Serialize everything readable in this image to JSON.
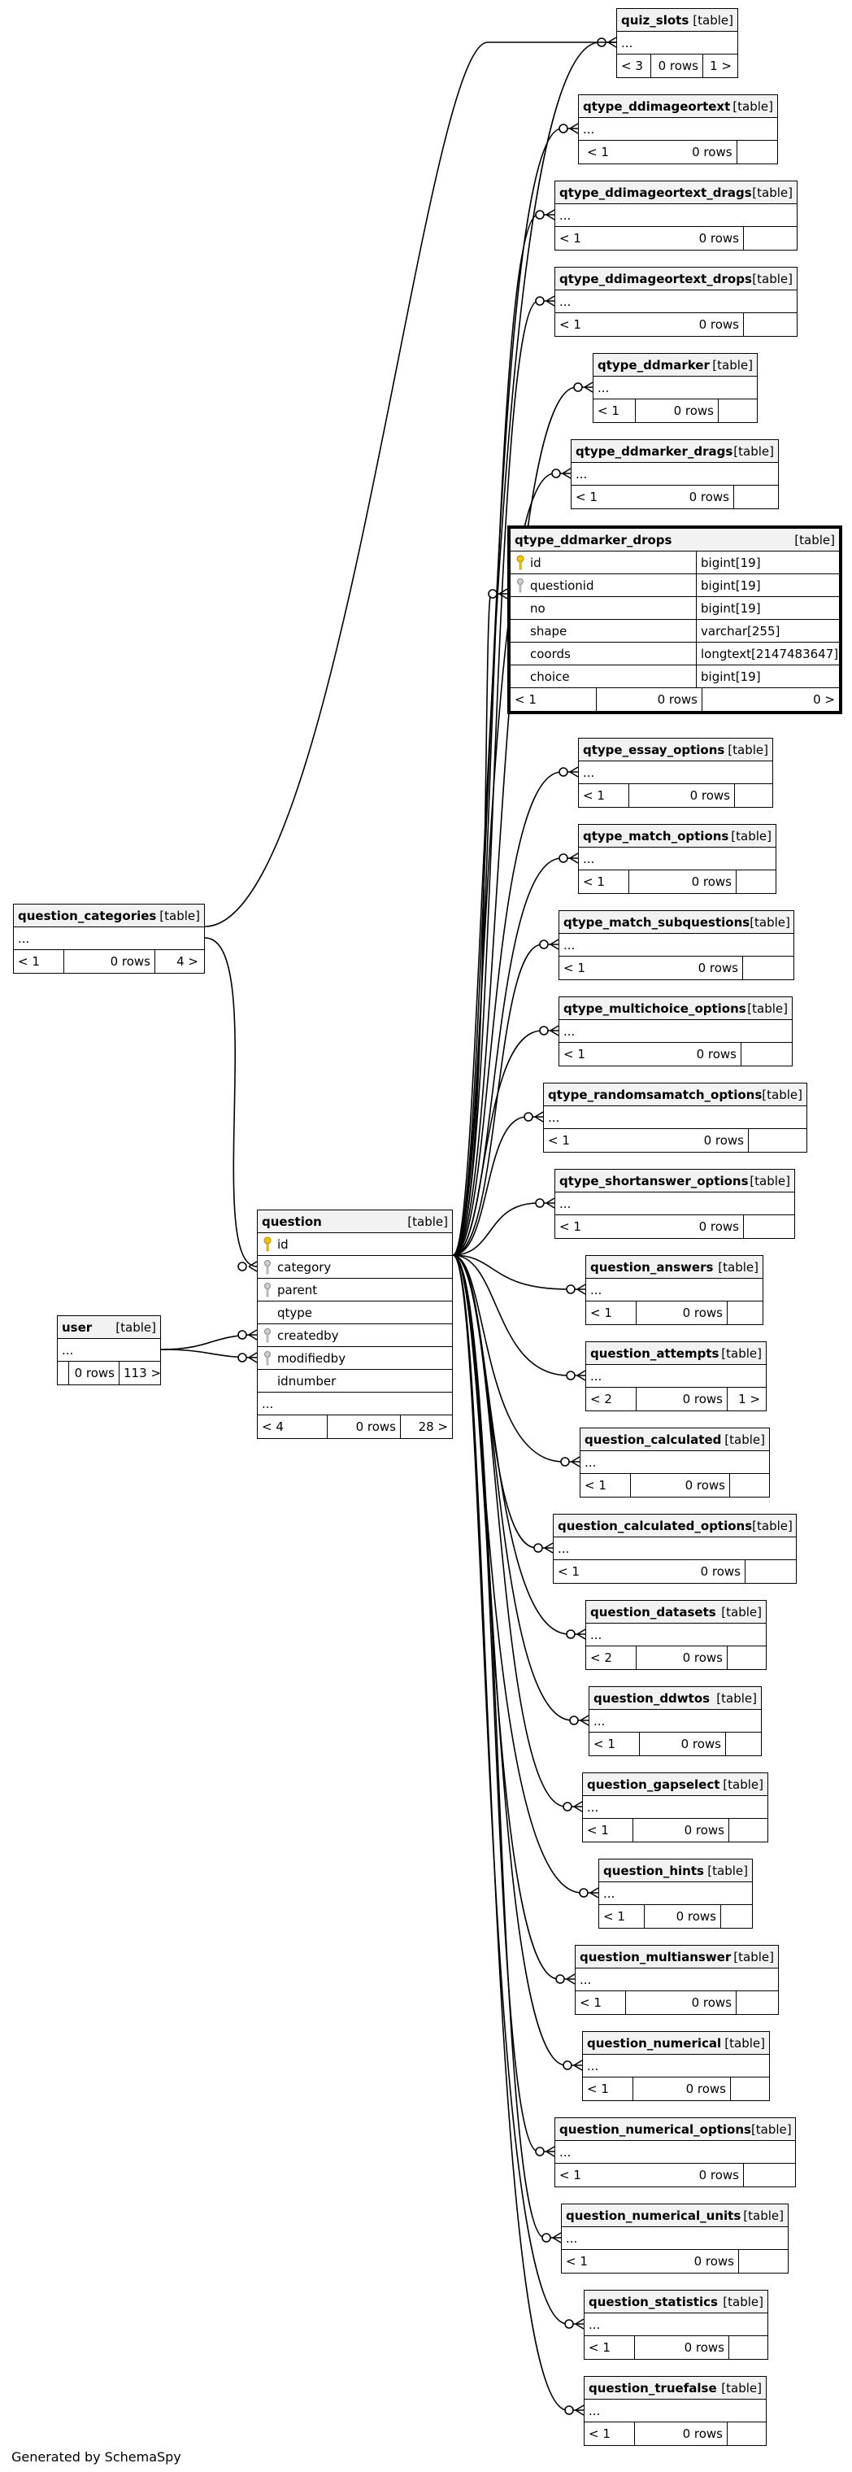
{
  "caption": "Generated by SchemaSpy",
  "type_label": "[table]",
  "ellipsis": "...",
  "tables": [
    {
      "name": "quiz_slots",
      "footer": [
        "< 3",
        "0 rows",
        "1 >"
      ]
    },
    {
      "name": "qtype_ddimageortext",
      "footer": [
        "< 1",
        "0 rows",
        ""
      ]
    },
    {
      "name": "qtype_ddimageortext_drags",
      "footer": [
        "< 1",
        "0 rows",
        ""
      ]
    },
    {
      "name": "qtype_ddimageortext_drops",
      "footer": [
        "< 1",
        "0 rows",
        ""
      ]
    },
    {
      "name": "qtype_ddmarker",
      "footer": [
        "< 1",
        "0 rows",
        ""
      ]
    },
    {
      "name": "qtype_ddmarker_drags",
      "footer": [
        "< 1",
        "0 rows",
        ""
      ]
    },
    {
      "name": "qtype_essay_options",
      "footer": [
        "< 1",
        "0 rows",
        ""
      ]
    },
    {
      "name": "qtype_match_options",
      "footer": [
        "< 1",
        "0 rows",
        ""
      ]
    },
    {
      "name": "qtype_match_subquestions",
      "footer": [
        "< 1",
        "0 rows",
        ""
      ]
    },
    {
      "name": "qtype_multichoice_options",
      "footer": [
        "< 1",
        "0 rows",
        ""
      ]
    },
    {
      "name": "qtype_randomsamatch_options",
      "footer": [
        "< 1",
        "0 rows",
        ""
      ]
    },
    {
      "name": "qtype_shortanswer_options",
      "footer": [
        "< 1",
        "0 rows",
        ""
      ]
    },
    {
      "name": "question_answers",
      "footer": [
        "< 1",
        "0 rows",
        ""
      ]
    },
    {
      "name": "question_attempts",
      "footer": [
        "< 2",
        "0 rows",
        "1 >"
      ]
    },
    {
      "name": "question_calculated",
      "footer": [
        "< 1",
        "0 rows",
        ""
      ]
    },
    {
      "name": "question_calculated_options",
      "footer": [
        "< 1",
        "0 rows",
        ""
      ]
    },
    {
      "name": "question_datasets",
      "footer": [
        "< 2",
        "0 rows",
        ""
      ]
    },
    {
      "name": "question_ddwtos",
      "footer": [
        "< 1",
        "0 rows",
        ""
      ]
    },
    {
      "name": "question_gapselect",
      "footer": [
        "< 1",
        "0 rows",
        ""
      ]
    },
    {
      "name": "question_hints",
      "footer": [
        "< 1",
        "0 rows",
        ""
      ]
    },
    {
      "name": "question_multianswer",
      "footer": [
        "< 1",
        "0 rows",
        ""
      ]
    },
    {
      "name": "question_numerical",
      "footer": [
        "< 1",
        "0 rows",
        ""
      ]
    },
    {
      "name": "question_numerical_options",
      "footer": [
        "< 1",
        "0 rows",
        ""
      ]
    },
    {
      "name": "question_numerical_units",
      "footer": [
        "< 1",
        "0 rows",
        ""
      ]
    },
    {
      "name": "question_statistics",
      "footer": [
        "< 1",
        "0 rows",
        ""
      ]
    },
    {
      "name": "question_truefalse",
      "footer": [
        "< 1",
        "0 rows",
        ""
      ]
    },
    {
      "name": "question_categories",
      "footer": [
        "< 1",
        "0 rows",
        "4 >"
      ]
    },
    {
      "name": "user",
      "footer": [
        "",
        "0 rows",
        "113 >"
      ]
    }
  ],
  "focus": {
    "name": "qtype_ddmarker_drops",
    "columns": [
      {
        "name": "id",
        "type": "bigint[19]"
      },
      {
        "name": "questionid",
        "type": "bigint[19]"
      },
      {
        "name": "no",
        "type": "bigint[19]"
      },
      {
        "name": "shape",
        "type": "varchar[255]"
      },
      {
        "name": "coords",
        "type": "longtext[2147483647]"
      },
      {
        "name": "choice",
        "type": "bigint[19]"
      }
    ],
    "footer": [
      "< 1",
      "0 rows",
      "0 >"
    ]
  },
  "question": {
    "name": "question",
    "columns": [
      "id",
      "category",
      "parent",
      "qtype",
      "createdby",
      "modifiedby",
      "idnumber"
    ],
    "footer": [
      "< 4",
      "0 rows",
      "28 >"
    ]
  }
}
